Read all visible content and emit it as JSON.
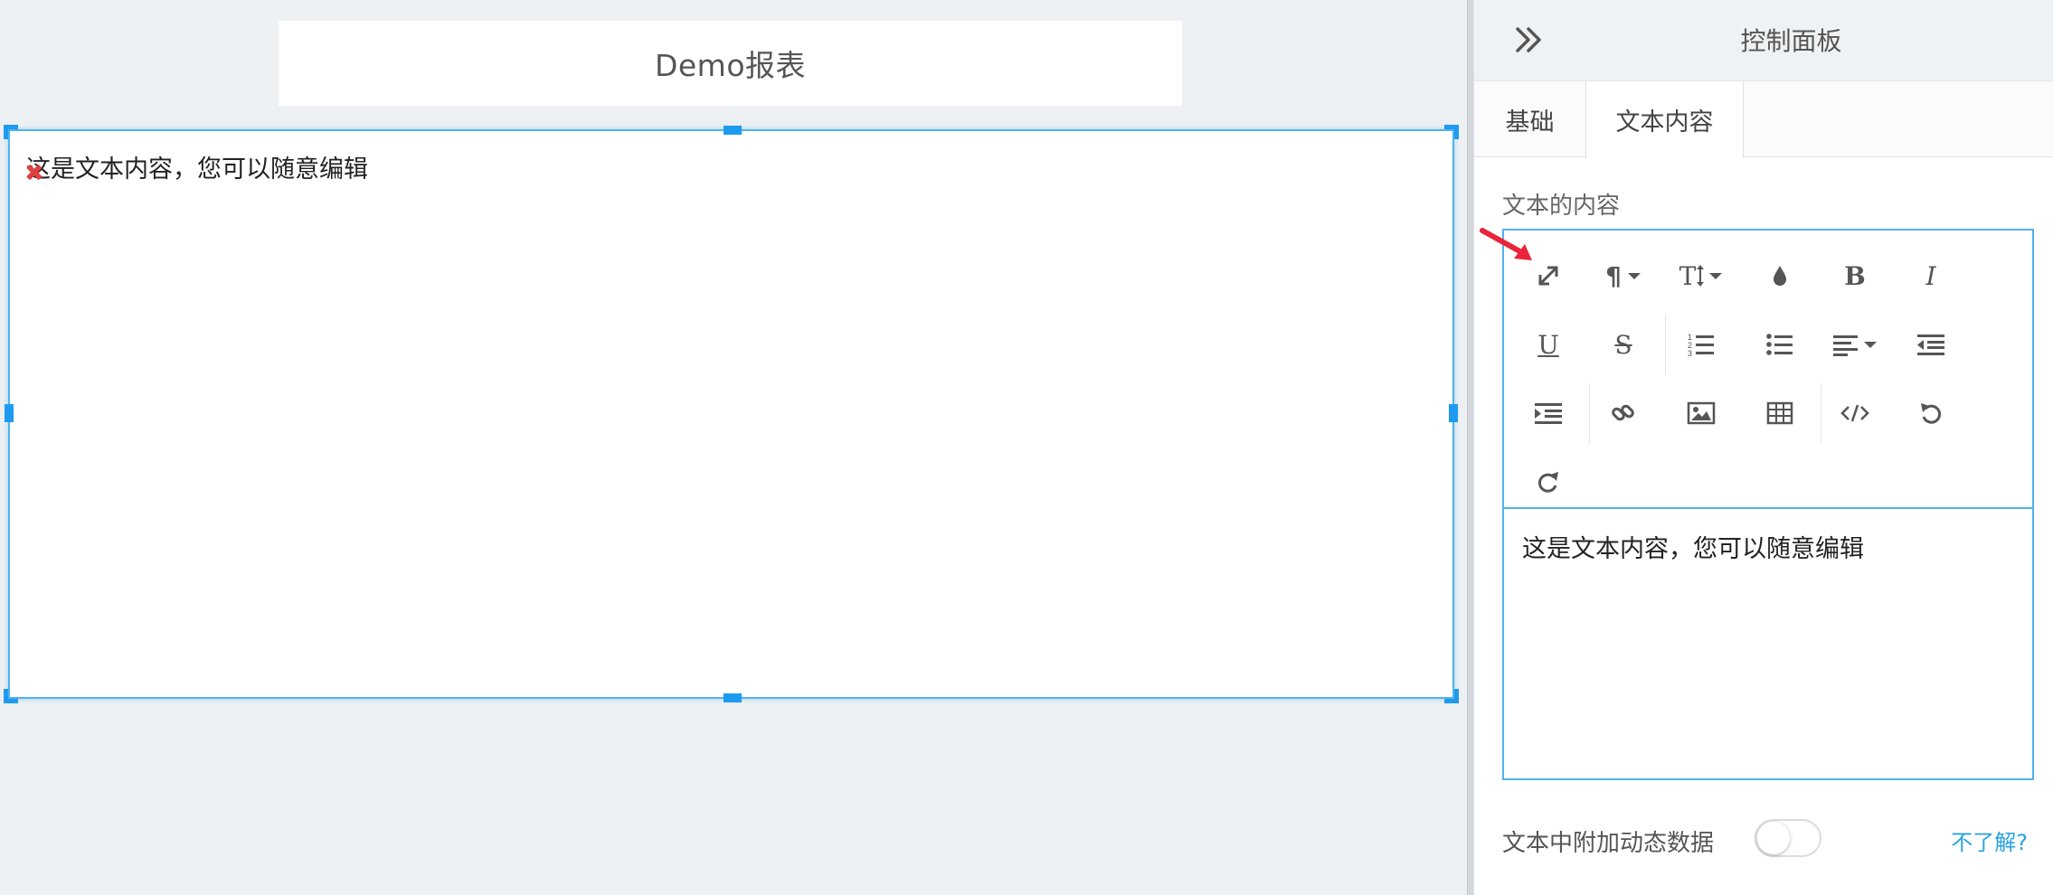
{
  "canvas": {
    "report_title": "Demo报表",
    "text_widget": {
      "text": "这是文本内容，您可以随意编辑",
      "delete_glyph": "✖"
    }
  },
  "panel": {
    "title": "控制面板",
    "collapse_icon": "double-chevron-right-icon",
    "tabs": [
      {
        "label": "基础",
        "active": false
      },
      {
        "label": "文本内容",
        "active": true
      }
    ],
    "field_label": "文本的内容",
    "editor": {
      "toolbar": [
        "fullscreen-icon",
        "paragraph-icon",
        "font-size-icon",
        "color-icon",
        "bold-icon",
        "italic-icon",
        "underline-icon",
        "strikethrough-icon",
        "ordered-list-icon",
        "unordered-list-icon",
        "align-icon",
        "outdent-icon",
        "indent-icon",
        "link-icon",
        "image-icon",
        "table-icon",
        "code-icon",
        "undo-icon",
        "redo-icon"
      ],
      "glyphs": {
        "paragraph": "¶",
        "font_size": "T",
        "bold": "B",
        "italic": "I",
        "underline": "U",
        "strike": "S"
      },
      "content": "这是文本内容，您可以随意编辑"
    },
    "dynamic_data": {
      "label": "文本中附加动态数据",
      "enabled": false,
      "help": "不了解?"
    }
  },
  "colors": {
    "accent": "#4fb3ee",
    "handle": "#1e9bf0",
    "link": "#2aa2e0",
    "annotation": "#e8253a"
  }
}
